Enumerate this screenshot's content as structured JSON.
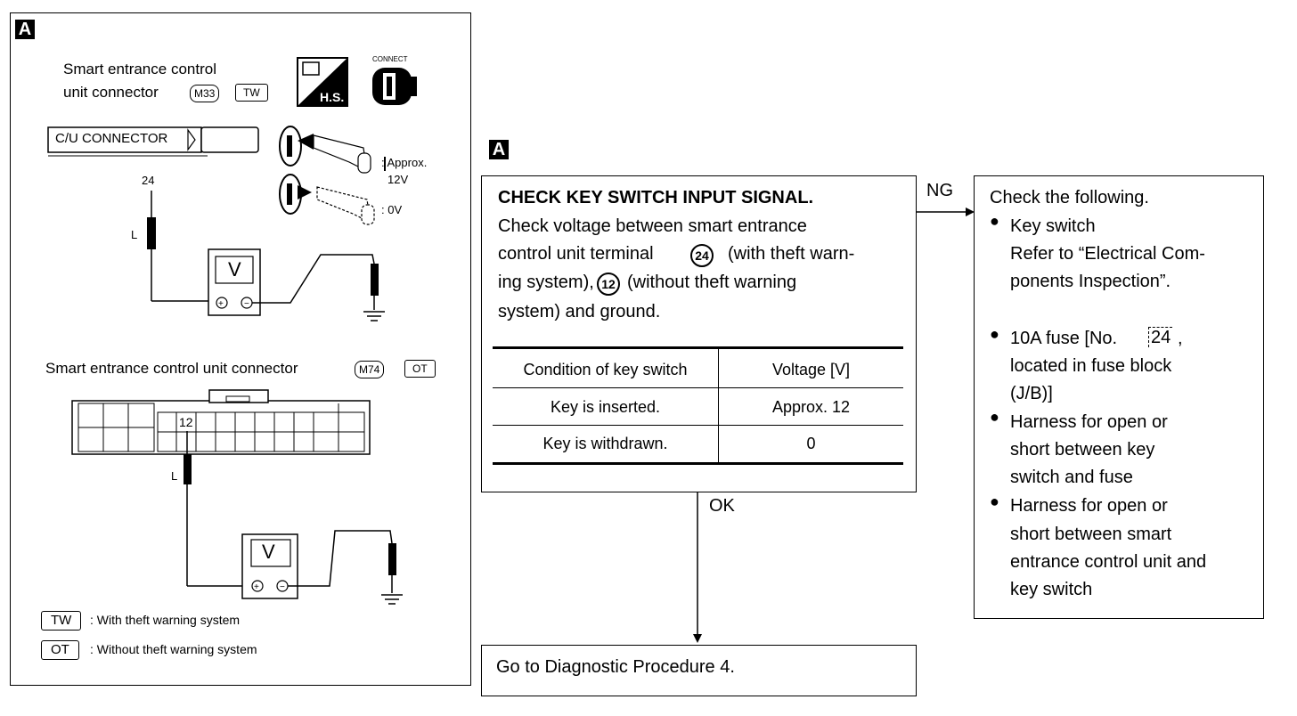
{
  "left_panel": {
    "letter": "A",
    "connector1_title_line1": "Smart entrance control",
    "connector1_title_line2": "unit connector",
    "connector1_code": "M33",
    "connector1_tag": "TW",
    "hs_label": "H.S.",
    "connect_label": "CONNECT",
    "cu_connector_label": "C/U CONNECTOR",
    "key_approx_line1": ": Approx.",
    "key_approx_line2": "12V",
    "key_zero": ": 0V",
    "terminal_24": "24",
    "wire_L_top": "L",
    "meter_label_top": "V",
    "connector2_title": "Smart entrance control unit connector",
    "connector2_code": "M74",
    "connector2_tag": "OT",
    "terminal_12": "12",
    "wire_L_bottom": "L",
    "meter_label_bottom": "V",
    "legend_tw_tag": "TW",
    "legend_tw_text": ": With theft warning system",
    "legend_ot_tag": "OT",
    "legend_ot_text": ": Without theft warning system"
  },
  "flow": {
    "letter": "A",
    "check_title": "CHECK KEY SWITCH INPUT SIGNAL.",
    "check_body_line1": "Check voltage between smart entrance",
    "check_body_line2a": "control unit terminal",
    "check_body_circle1": "24",
    "check_body_line2b": "(with theft warn-",
    "check_body_line3a": "ing system),",
    "check_body_circle2": "12",
    "check_body_line3b": "(without theft warning",
    "check_body_line4": "system) and ground.",
    "table": {
      "headers": [
        "Condition of key switch",
        "Voltage [V]"
      ],
      "rows": [
        [
          "Key is inserted.",
          "Approx. 12"
        ],
        [
          "Key is withdrawn.",
          "0"
        ]
      ]
    },
    "ng_label": "NG",
    "ok_label": "OK",
    "ng_box": {
      "title": "Check the following.",
      "item1_title": "Key switch",
      "item1_line2": "Refer to “Electrical Com-",
      "item1_line3": "ponents Inspection”.",
      "item2_line1a": "10A fuse [No.",
      "item2_fuse_no": "24",
      "item2_line1b": ",",
      "item2_line2": "located in fuse block",
      "item2_line3": "(J/B)]",
      "item3_line1": "Harness for open or",
      "item3_line2": "short between key",
      "item3_line3": "switch and fuse",
      "item4_line1": "Harness for open or",
      "item4_line2": "short between smart",
      "item4_line3": "entrance control unit and",
      "item4_line4": "key switch"
    },
    "ok_box_text": "Go to Diagnostic Procedure 4."
  }
}
